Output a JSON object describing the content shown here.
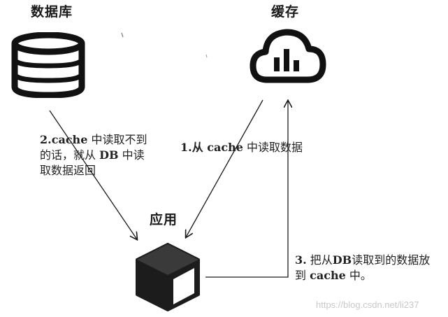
{
  "nodes": {
    "database": {
      "title": "数据库",
      "icon": "database-icon"
    },
    "cache": {
      "title": "缓存",
      "icon": "cloud-chart-icon"
    },
    "app": {
      "title": "应用",
      "icon": "cube-icon"
    }
  },
  "steps": {
    "step1": {
      "prefix": "1.从 ",
      "keyword": "cache",
      "suffix": " 中读取数据"
    },
    "step2": {
      "line1_keyword": "2.cache",
      "line1_rest": " 中读取不到",
      "line2_pre": "的话，就从 ",
      "line2_keyword": "DB",
      "line2_post": " 中读",
      "line3": "取数据返回"
    },
    "step3": {
      "line1_keyword": "3.",
      "line1_mid": " 把从",
      "line1_keyword2": "DB",
      "line1_rest": "读取到的数据放",
      "line2_pre": "到 ",
      "line2_keyword": "cache",
      "line2_post": " 中。"
    }
  },
  "watermark": "https://blog.csdn.net/li237",
  "colors": {
    "icon": "#111111",
    "line": "#1a1a1a",
    "cube_top": "#3a3a3a",
    "cube_side": "#1c1c1c",
    "cube_face": "#ffffff"
  }
}
